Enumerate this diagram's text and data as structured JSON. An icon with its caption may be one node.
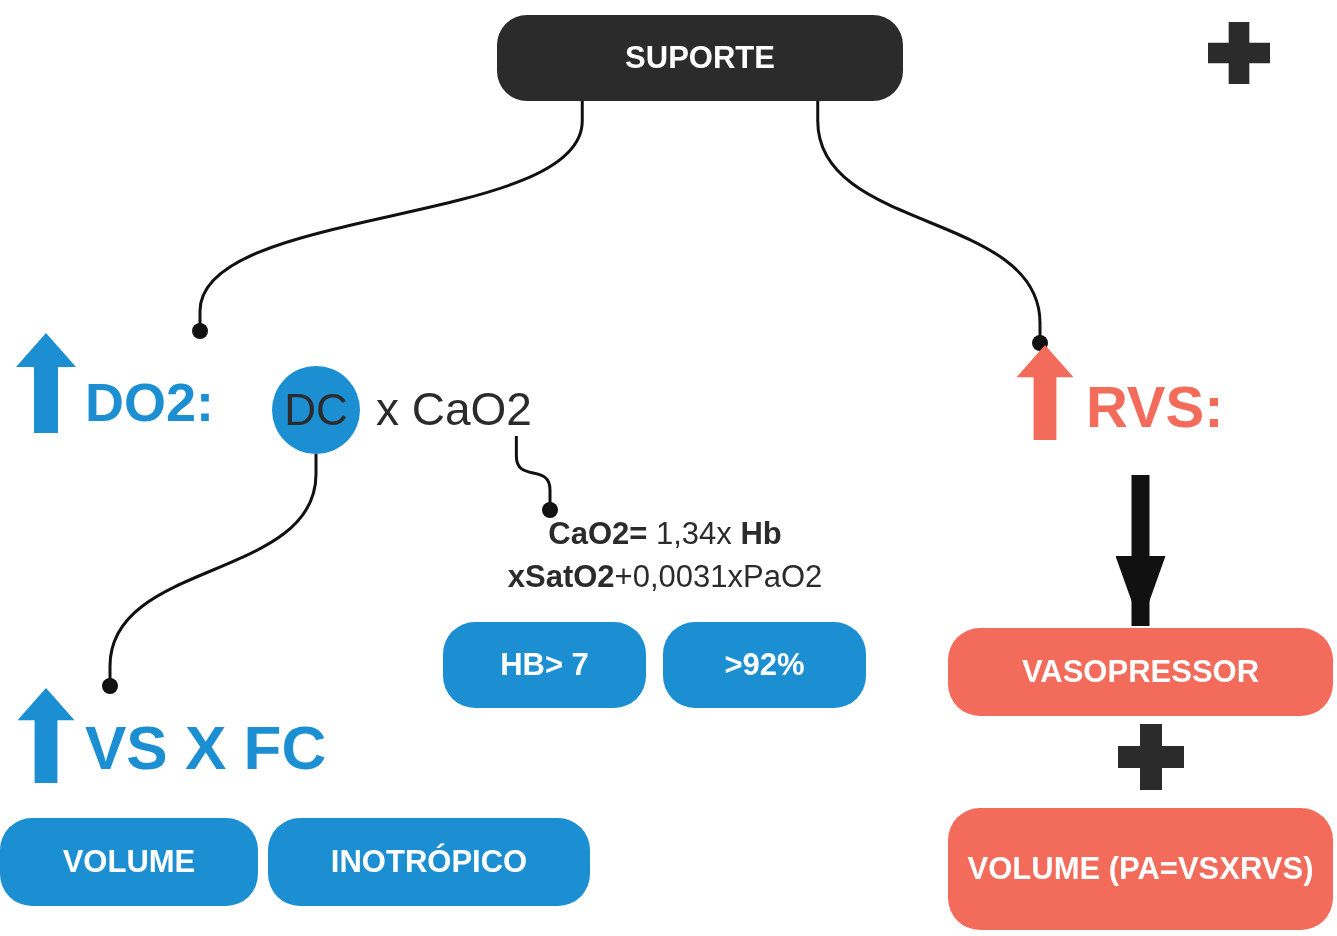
{
  "diagram": {
    "nodes": [
      {
        "text": [
          "SUPORTE"
        ]
      },
      {
        "text": [
          "DO2:"
        ]
      },
      {
        "text": [
          "DC"
        ]
      },
      {
        "text": [
          "x CaO2"
        ]
      },
      {
        "text": [
          "VS X FC"
        ]
      },
      {
        "text": [
          "VOLUME"
        ]
      },
      {
        "text": [
          "INOTRÓPICO"
        ]
      },
      {
        "text": [
          "**CaO2=** 1,34x **Hb** **xSatO2**+0,0031xPaO2"
        ]
      },
      {
        "text": [
          "HB> 7"
        ]
      },
      {
        "text": [
          ">92%"
        ]
      },
      {
        "text": [
          "RVS:"
        ]
      },
      {
        "text": [
          "VASOPRESSOR"
        ]
      },
      {
        "text": [
          "VOLUME (PA=VSXRVS)"
        ]
      }
    ],
    "edges": [
      {
        "from": 0,
        "to": 1,
        "arrow": "other"
      },
      {
        "from": 0,
        "to": 10,
        "arrow": "other"
      },
      {
        "from": 2,
        "to": 4,
        "arrow": "other"
      },
      {
        "from": 3,
        "to": 7,
        "arrow": "other"
      },
      {
        "from": 10,
        "to": 11,
        "arrow": "to",
        "style": "thick"
      }
    ]
  }
}
